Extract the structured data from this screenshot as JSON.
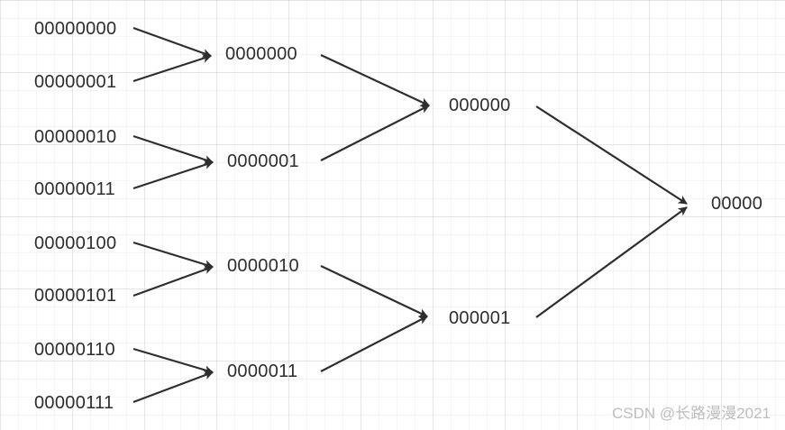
{
  "tree": {
    "level0": [
      "00000000",
      "00000001",
      "00000010",
      "00000011",
      "00000100",
      "00000101",
      "00000110",
      "00000111"
    ],
    "level1": [
      "0000000",
      "0000001",
      "0000010",
      "0000011"
    ],
    "level2": [
      "000000",
      "000001"
    ],
    "root": "00000"
  },
  "watermark": "CSDN @长路漫漫2021",
  "colors": {
    "text": "#2e2e2e",
    "arrow": "#2e2e2e",
    "watermark": "#bdbdbd"
  }
}
